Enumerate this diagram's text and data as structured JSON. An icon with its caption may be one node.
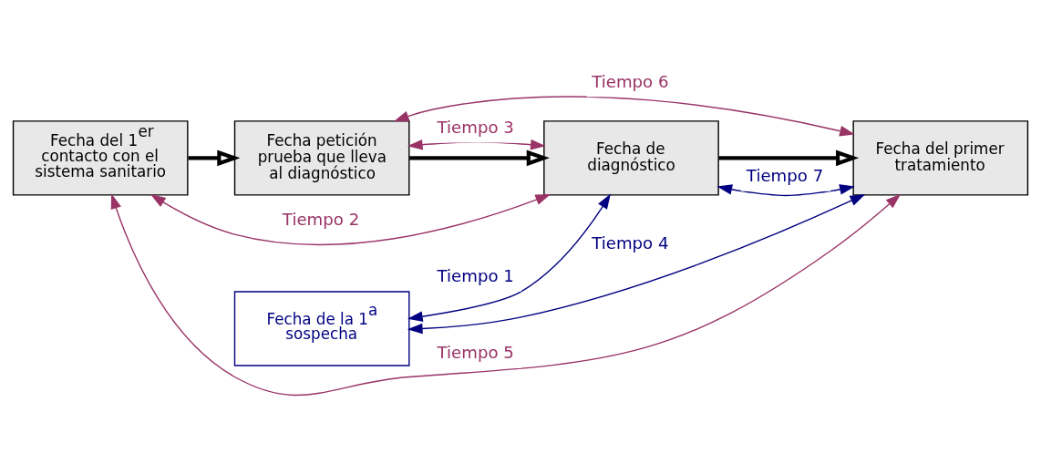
{
  "diagram": {
    "nodes": [
      {
        "text": [
          "Fecha del 1$^{er}$ contacto con el sistema sanitario"
        ]
      },
      {
        "text": [
          "Fecha petición prueba que lleva al diagnóstico"
        ]
      },
      {
        "text": [
          "Fecha de diagnóstico"
        ]
      },
      {
        "text": [
          "Fecha del primer tratamiento"
        ]
      },
      {
        "text": [
          "Fecha de la 1$^{a}$ sospecha"
        ]
      }
    ],
    "edges": [
      {
        "from": 0,
        "to": 1,
        "arrow": "to",
        "style": "thick",
        "color": "#000000"
      },
      {
        "from": 1,
        "to": 2,
        "arrow": "to",
        "style": "thick",
        "color": "#000000"
      },
      {
        "from": 2,
        "to": 3,
        "arrow": "to",
        "style": "thick",
        "color": "#000000"
      },
      {
        "from": 0,
        "to": 3,
        "arrow": "both",
        "label": "Tiempo 5",
        "color": "#993366"
      },
      {
        "from": 0,
        "to": 2,
        "arrow": "both",
        "label": "Tiempo 2",
        "color": "#993366"
      },
      {
        "from": 1,
        "to": 2,
        "arrow": "both",
        "label": "Tiempo 3",
        "color": "#993366"
      },
      {
        "from": 1,
        "to": 3,
        "arrow": "both",
        "label": "Tiempo 6",
        "color": "#993366"
      },
      {
        "from": 2,
        "to": 3,
        "arrow": "both",
        "label": "Tiempo 7",
        "color": "#000080"
      },
      {
        "from": 4,
        "to": 2,
        "arrow": "both",
        "label": "Tiempo 1",
        "color": "#000080"
      },
      {
        "from": 4,
        "to": 3,
        "arrow": "both",
        "label": "Tiempo 4",
        "color": "#000080"
      }
    ]
  }
}
